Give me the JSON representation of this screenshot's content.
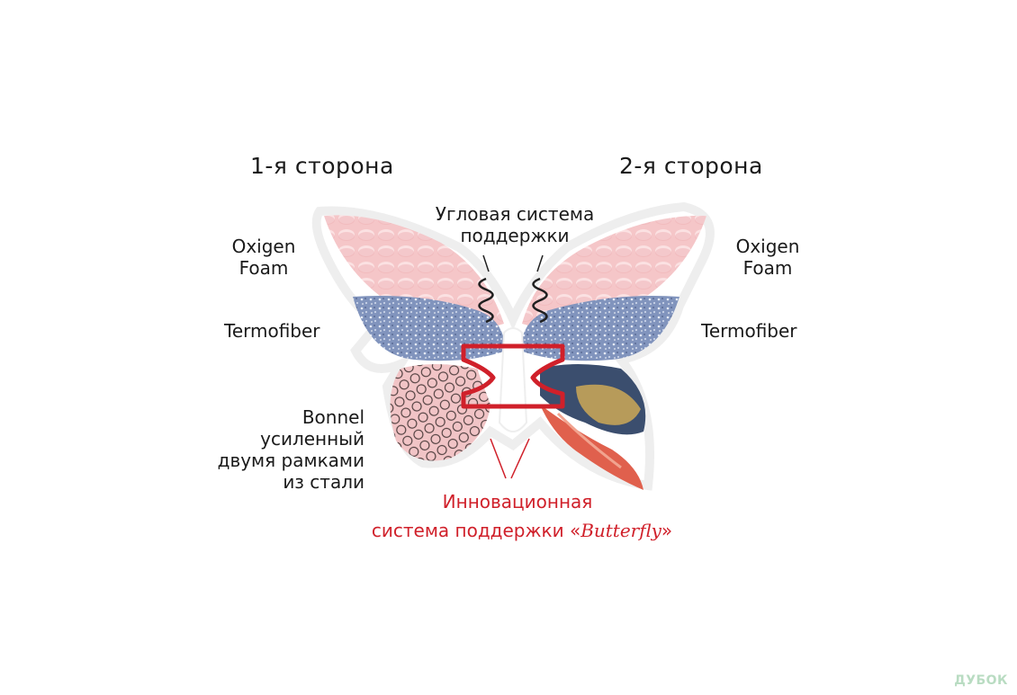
{
  "titles": {
    "side1": "1-я  сторона",
    "side2": "2-я  сторона"
  },
  "labels": {
    "corner_support": "Угловая  система\nподдержки",
    "oxigen_left": "Oxigen\nFoam",
    "oxigen_right": "Oxigen\nFoam",
    "termofiber_left": "Termofiber",
    "termofiber_right": "Termofiber",
    "bonnel": "Bonnel\nусиленный\nдвумя  рамками\nиз  стали",
    "innovation_line1": "Инновационная",
    "innovation_line2_prefix": "система  поддержки  «",
    "innovation_brand": "Butterfly",
    "innovation_line2_suffix": "»"
  },
  "watermark": "ДУБОК",
  "colors": {
    "foam": "#f4c3c5",
    "fiber": "#7a8db8",
    "spring_bg": "#f2c9ca",
    "frame": "#d0202a",
    "text": "#1a1a1a"
  }
}
